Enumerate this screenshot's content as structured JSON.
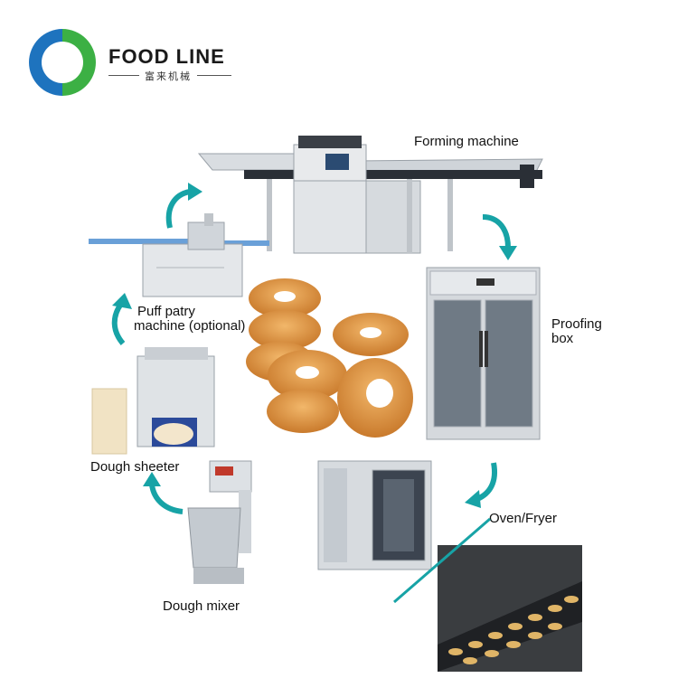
{
  "brand": {
    "name": "FOOD LINE",
    "subtitle": "富来机械",
    "colors": {
      "blue": "#1e73be",
      "green": "#3cb044",
      "teal": "#1aa3a6"
    }
  },
  "stations": [
    {
      "id": "forming",
      "label": "Forming machine"
    },
    {
      "id": "proofing",
      "label_lines": [
        "Proofing",
        "box"
      ]
    },
    {
      "id": "oven",
      "label": "Oven/Fryer"
    },
    {
      "id": "mixer",
      "label": "Dough mixer"
    },
    {
      "id": "sheeter",
      "label": "Dough sheeter"
    },
    {
      "id": "puff",
      "label_lines": [
        "Puff patry",
        "machine (optional)"
      ]
    }
  ],
  "arrow_color": "#17a3a6"
}
